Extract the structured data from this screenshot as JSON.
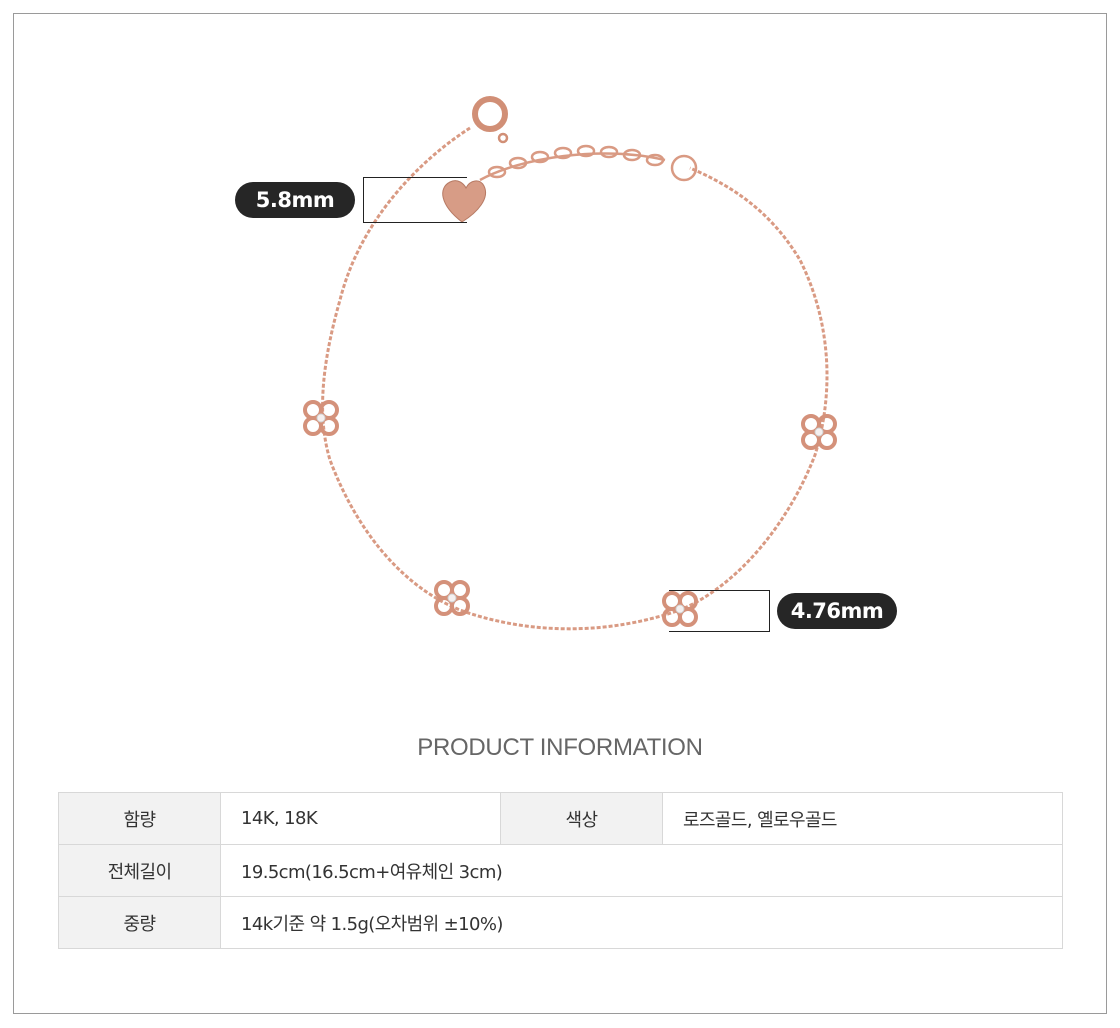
{
  "annotations": {
    "dimension_a": "5.8mm",
    "dimension_b": "4.76mm"
  },
  "colors": {
    "chain": "#d99a83",
    "chain_dark": "#c07a63",
    "label_bg": "#262626",
    "table_header_bg": "#f2f2f2"
  },
  "section_title": "PRODUCT INFORMATION",
  "table": {
    "material_label": "함량",
    "material_value": "14K, 18K",
    "color_label": "색상",
    "color_value": "로즈골드, 옐로우골드",
    "length_label": "전체길이",
    "length_value": "19.5cm(16.5cm+여유체인 3cm)",
    "weight_label": "중량",
    "weight_value": "14k기준 약 1.5g(오차범위 ±10%)"
  }
}
